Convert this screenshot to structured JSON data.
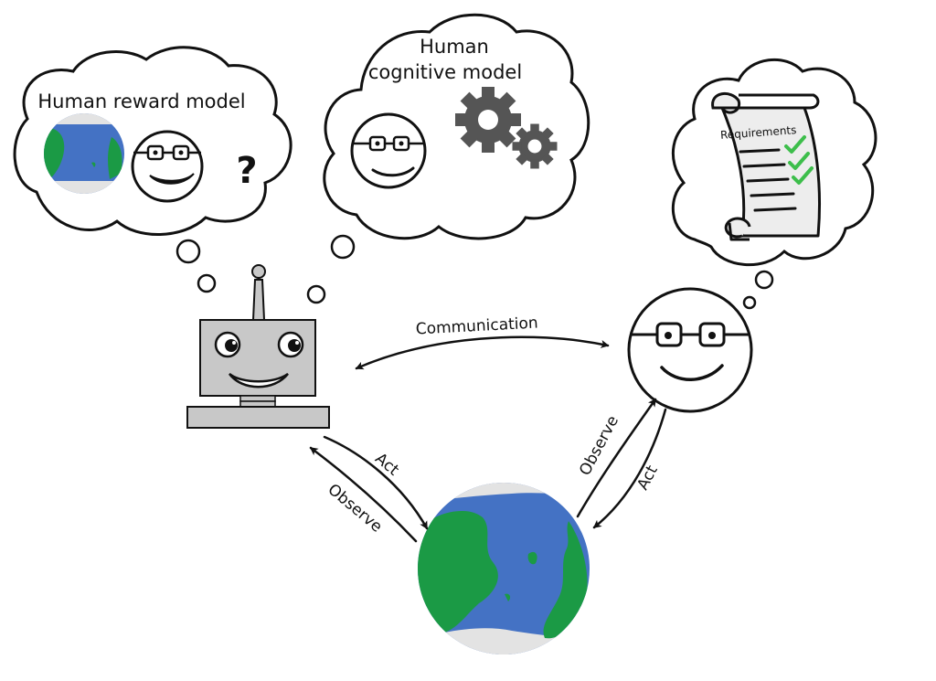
{
  "thought_bubbles": {
    "reward_model": {
      "label": "Human reward model",
      "question_mark": "?"
    },
    "cognitive_model": {
      "label_line1": "Human",
      "label_line2": "cognitive model"
    },
    "requirements": {
      "scroll_title": "Requirements"
    }
  },
  "arrows": {
    "communication": "Communication",
    "robot_act": "Act",
    "robot_observe": "Observe",
    "human_observe": "Observe",
    "human_act": "Act"
  },
  "colors": {
    "ocean": "#4472C4",
    "land": "#1B9A45",
    "ice": "#E3E3E3",
    "robot_gray": "#C8C8C8",
    "gear_gray": "#555555",
    "check_green": "#3DBE4B",
    "paper": "#EDEDED"
  }
}
